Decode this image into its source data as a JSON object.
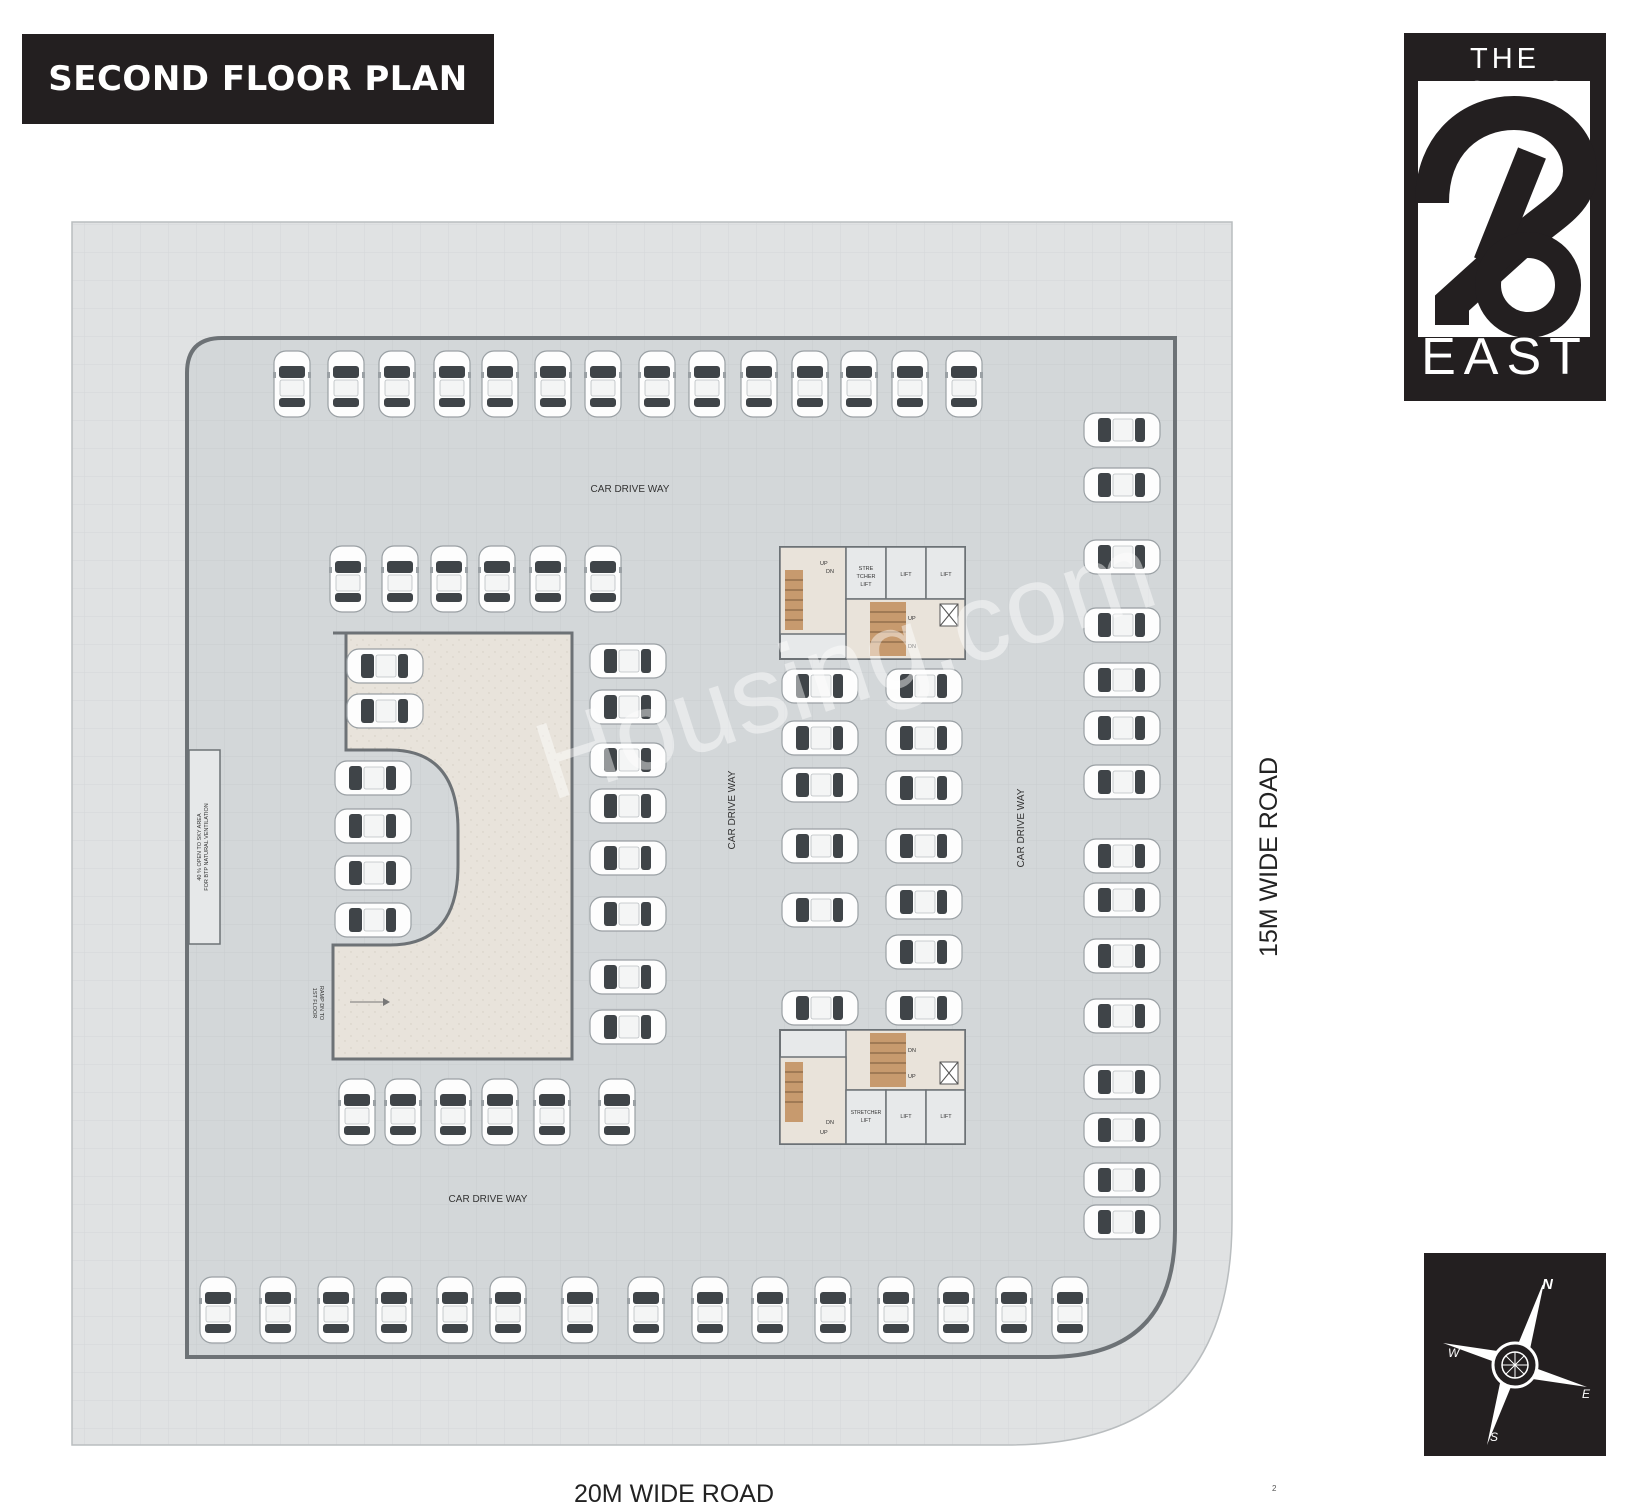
{
  "header": {
    "title": "SECOND FLOOR PLAN"
  },
  "logo": {
    "line1": "THE DOMUS",
    "numeral": "26",
    "line2": "EAST"
  },
  "roads": {
    "bottom": "20M WIDE ROAD",
    "right": "15M WIDE ROAD"
  },
  "labels": {
    "drive_top": "CAR DRIVE WAY",
    "drive_bottom": "CAR DRIVE WAY",
    "drive_mid1": "CAR DRIVE WAY",
    "drive_mid2": "CAR DRIVE WAY",
    "open_sky_line1": "40 % OPEN TO SKY AREA",
    "open_sky_line2": "FOR BTP NATURAL VENTILATION",
    "ramp_line1": "RAMP DN TO",
    "ramp_line2": "1ST FLOOR"
  },
  "core_top": {
    "stretcher1": "STRE",
    "stretcher2": "TCHER",
    "stretcher3": "LIFT",
    "lift1": "LIFT",
    "lift2": "LIFT",
    "up": "UP",
    "dn": "DN"
  },
  "core_bottom": {
    "stretcher1": "STRETCHER",
    "stretcher2": "LIFT",
    "lift1": "LIFT",
    "lift2": "LIFT",
    "up": "UP",
    "dn": "DN"
  },
  "compass": {
    "n": "N",
    "s": "S",
    "e": "E",
    "w": "W"
  },
  "watermark": "Housing.com",
  "page_number": "2",
  "colors": {
    "dark": "#231f20",
    "floor": "#d6d9db",
    "ramp": "#e6e1d8",
    "outer": "#dfe2e3"
  }
}
